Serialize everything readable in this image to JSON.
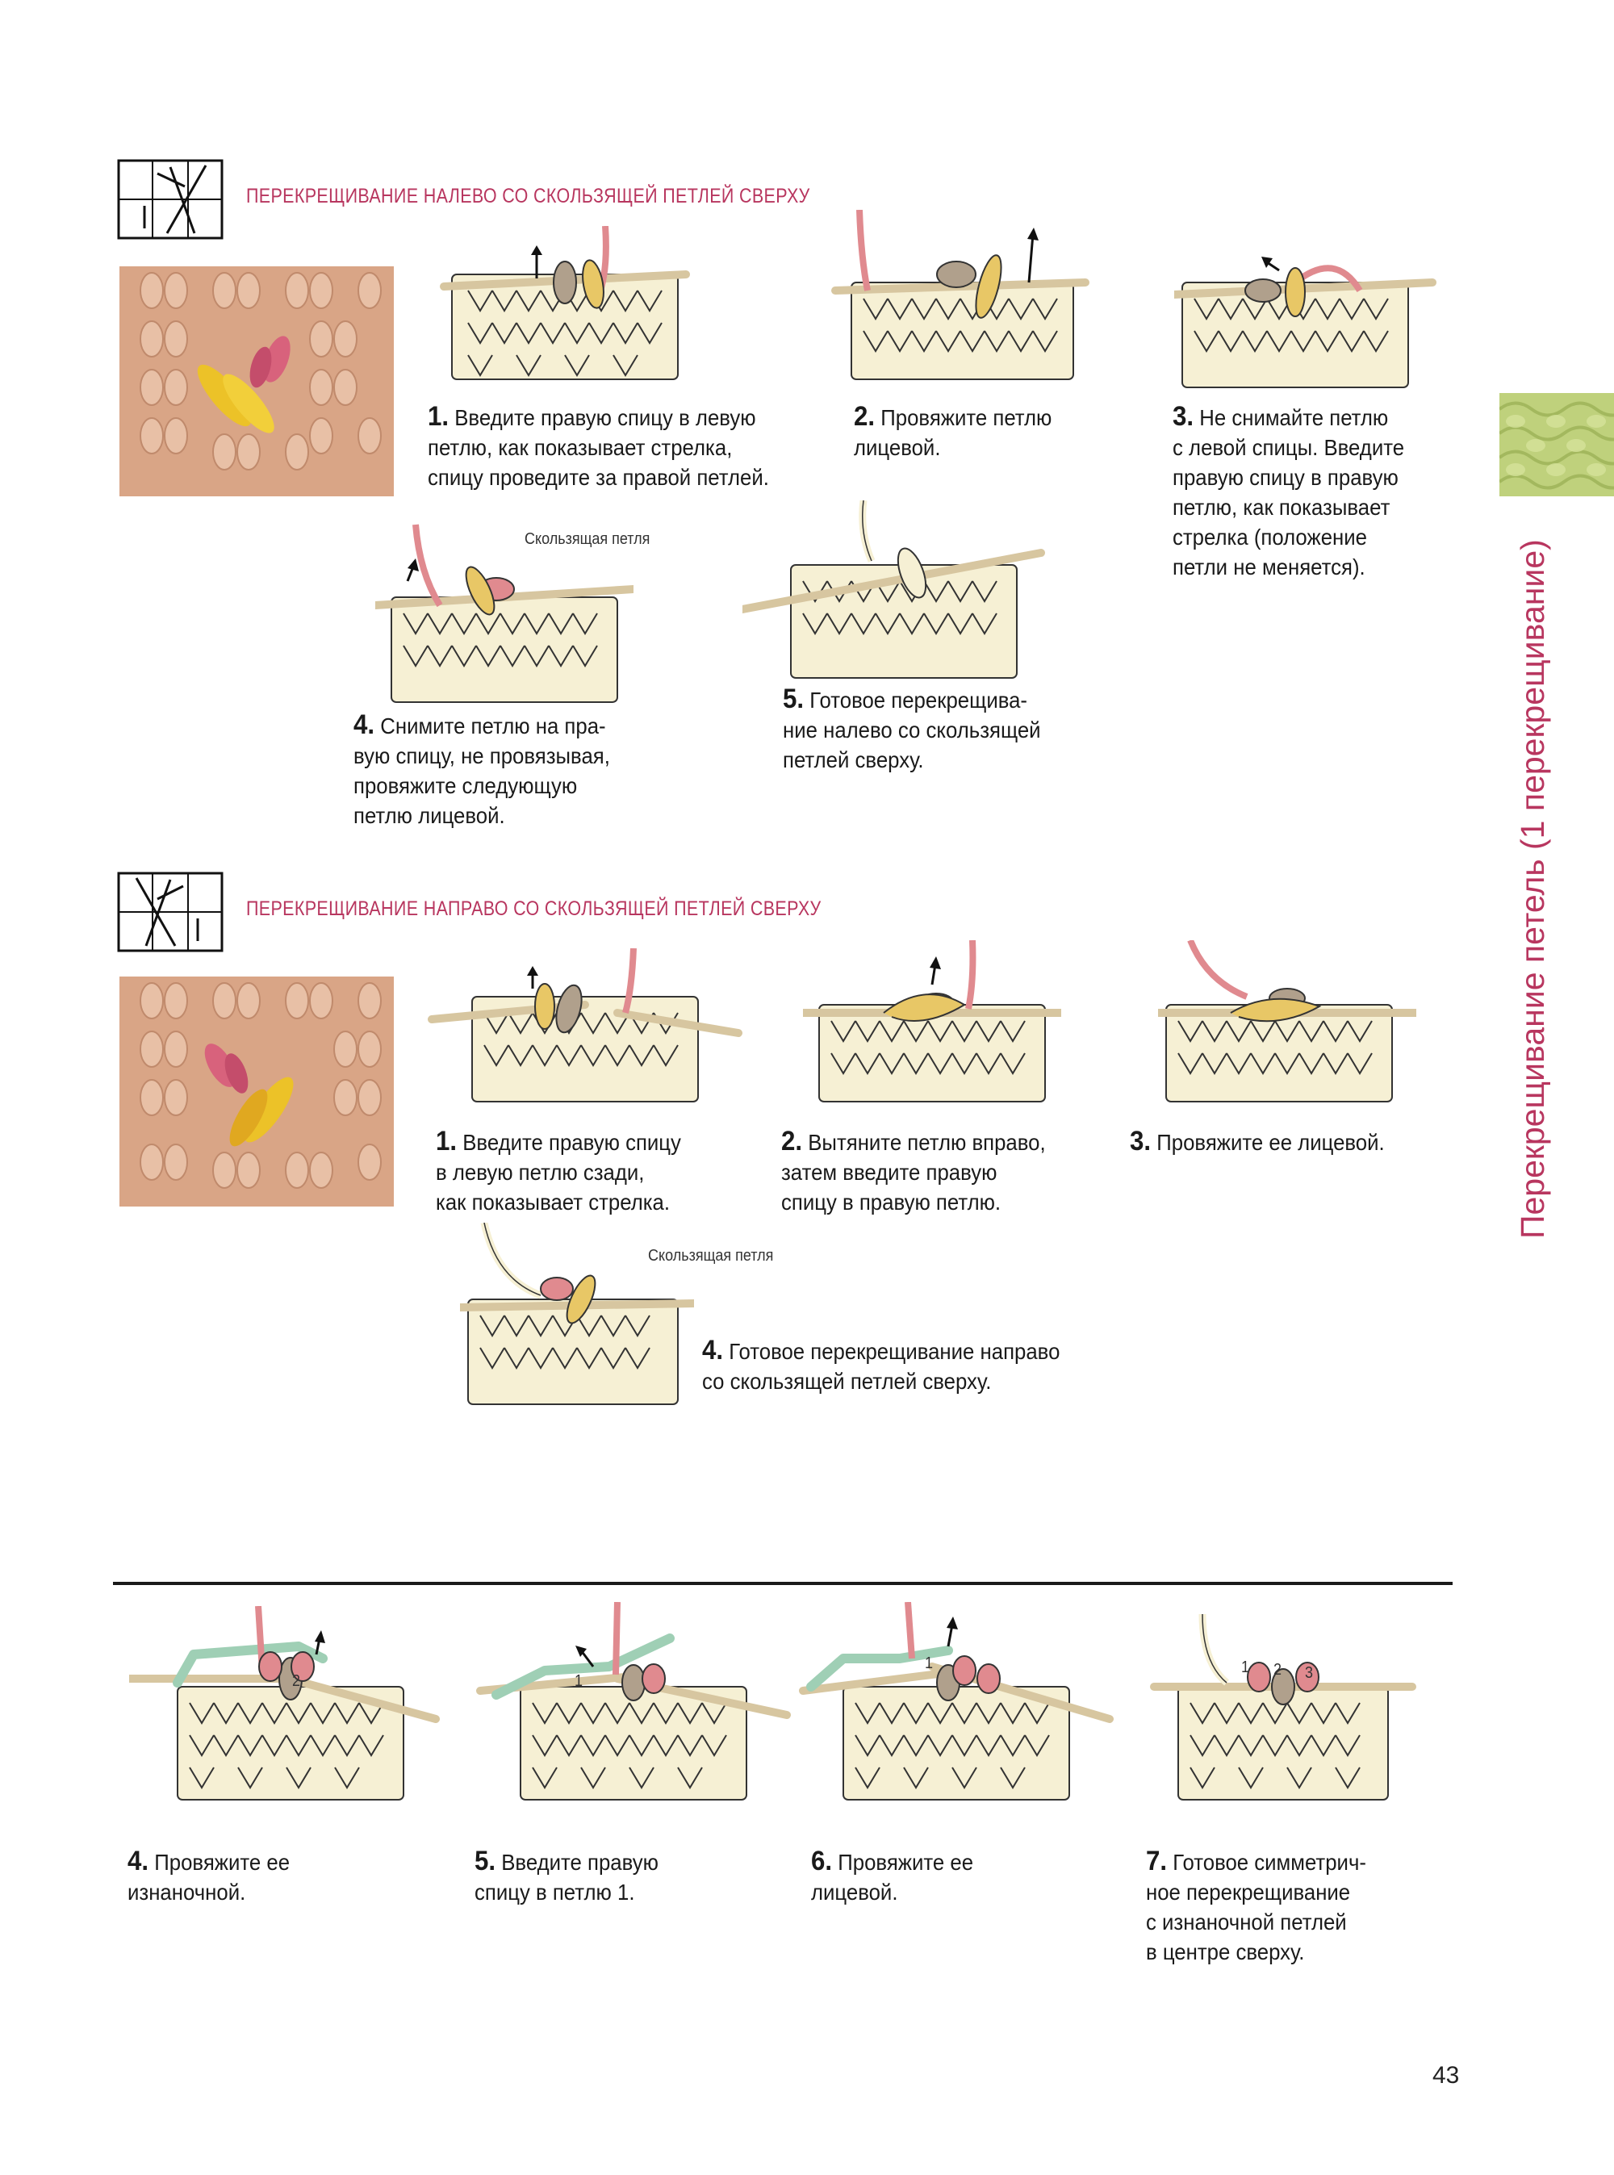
{
  "side_tab": {
    "title": "Перекрещивание петель",
    "subtitle": "(1 перекрещивание)"
  },
  "page_number": "43",
  "section1": {
    "title": "ПЕРЕКРЕЩИВАНИЕ НАЛЕВО СО СКОЛЬЗЯЩЕЙ ПЕТЛЕЙ СВЕРХУ",
    "steps": [
      {
        "num": "1.",
        "lines": [
          "Введите правую спицу в левую",
          "петлю, как показывает стрелка,",
          "спицу проведите за правой петлей."
        ]
      },
      {
        "num": "2.",
        "lines": [
          "Провяжите петлю",
          "лицевой."
        ]
      },
      {
        "num": "3.",
        "lines": [
          "Не снимайте петлю",
          "с левой спицы. Введите",
          "правую спицу в правую",
          "петлю, как показывает",
          "стрелка (положение",
          "петли не меняется)."
        ]
      },
      {
        "num": "4.",
        "lines": [
          "Снимите петлю на пра-",
          "вую спицу, не провязывая,",
          "провяжите следующую",
          "петлю лицевой."
        ]
      },
      {
        "num": "5.",
        "lines": [
          "Готовое перекрещива-",
          "ние налево со скользящей",
          "петлей сверху."
        ]
      }
    ],
    "slip_label": "Скользящая петля"
  },
  "section2": {
    "title": "ПЕРЕКРЕЩИВАНИЕ НАПРАВО СО СКОЛЬЗЯЩЕЙ ПЕТЛЕЙ СВЕРХУ",
    "steps": [
      {
        "num": "1.",
        "lines": [
          "Введите правую спицу",
          "в левую петлю сзади,",
          "как показывает стрелка."
        ]
      },
      {
        "num": "2.",
        "lines": [
          "Вытяните петлю вправо,",
          "затем введите правую",
          "спицу в правую петлю."
        ]
      },
      {
        "num": "3.",
        "lines": [
          "Провяжите ее лицевой."
        ]
      },
      {
        "num": "4.",
        "lines": [
          "Готовое перекрещивание направо",
          "со скользящей петлей сверху."
        ]
      }
    ],
    "slip_label": "Скользящая петля"
  },
  "section3": {
    "steps": [
      {
        "num": "4.",
        "lines": [
          "Провяжите ее",
          "изнаночной."
        ]
      },
      {
        "num": "5.",
        "lines": [
          "Введите правую",
          "спицу в петлю 1."
        ]
      },
      {
        "num": "6.",
        "lines": [
          "Провяжите ее",
          "лицевой."
        ]
      },
      {
        "num": "7.",
        "lines": [
          "Готовое симметрич-",
          "ное перекрещивание",
          "с изнаночной петлей",
          "в центре сверху."
        ]
      }
    ],
    "loop_labels_a": [
      "2"
    ],
    "loop_labels_b": [
      "1"
    ],
    "loop_labels_c": [
      "1"
    ],
    "loop_labels_d": [
      "1",
      "2",
      "3"
    ]
  },
  "colors": {
    "accent": "#b8365f",
    "yarn_cream": "#f6f0d4",
    "yarn_pink": "#e08a8f",
    "yarn_yellow": "#e8c766",
    "yarn_taupe": "#b0a08c",
    "yarn_green": "#9fcfb5",
    "swatch_beige": "#d9a586",
    "swatch_yellow": "#ecc228",
    "swatch_pink": "#d8627c",
    "tab_green": "#bed07a"
  }
}
